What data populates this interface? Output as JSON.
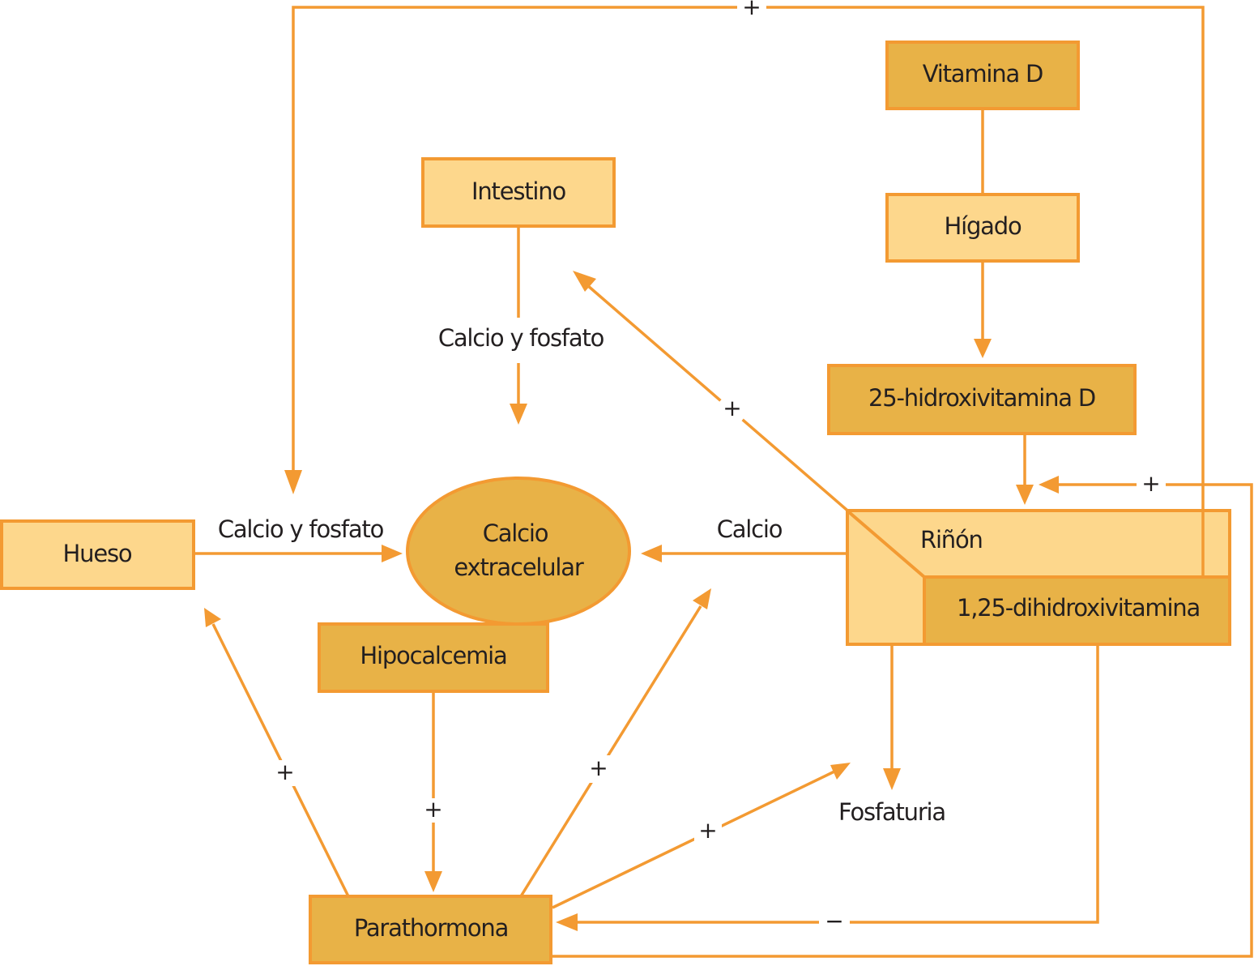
{
  "diagram": {
    "title": "Regulación del calcio extracelular",
    "colors": {
      "stroke": "#f39a32",
      "fill_light": "#fdd78c",
      "fill_dark": "#e8b247",
      "text": "#231f20"
    },
    "nodes": {
      "vitamina_d": "Vitamina D",
      "higado": "Hígado",
      "hidroxivitamina": "25-hidroxivitamina D",
      "intestino": "Intestino",
      "hueso": "Hueso",
      "calcio_extracelular_line1": "Calcio",
      "calcio_extracelular_line2": "extracelular",
      "hipocalcemia": "Hipocalcemia",
      "rinon": "Riñón",
      "dihidroxivitamina": "1,25-dihidroxivitamina",
      "parathormona": "Parathormona",
      "fosfaturia": "Fosfaturia"
    },
    "edge_labels": {
      "intestino_to_calcio": "Calcio y fosfato",
      "hueso_to_calcio": "Calcio y fosfato",
      "rinon_to_calcio": "Calcio"
    },
    "edges": [
      {
        "from": "Vitamina D",
        "to": "Hígado",
        "sign": ""
      },
      {
        "from": "Hígado",
        "to": "25-hidroxivitamina D",
        "sign": ""
      },
      {
        "from": "25-hidroxivitamina D",
        "to": "Riñón",
        "sign": ""
      },
      {
        "from": "Intestino",
        "to": "Calcio extracelular",
        "sign": ""
      },
      {
        "from": "Hueso",
        "to": "Calcio extracelular",
        "sign": ""
      },
      {
        "from": "Riñón",
        "to": "Calcio extracelular",
        "sign": ""
      },
      {
        "from": "1,25-dihidroxivitamina",
        "to": "Hueso",
        "sign": "+"
      },
      {
        "from": "1,25-dihidroxivitamina",
        "to": "Intestino",
        "sign": "+"
      },
      {
        "from": "Hipocalcemia",
        "to": "Parathormona",
        "sign": "+"
      },
      {
        "from": "Parathormona",
        "to": "Hueso",
        "sign": "+"
      },
      {
        "from": "Parathormona",
        "to": "Riñón (calcio)",
        "sign": "+"
      },
      {
        "from": "Parathormona",
        "to": "Fosfaturia",
        "sign": "+"
      },
      {
        "from": "Parathormona",
        "to": "Riñón (activación)",
        "sign": "+"
      },
      {
        "from": "Riñón",
        "to": "Fosfaturia",
        "sign": ""
      },
      {
        "from": "1,25-dihidroxivitamina",
        "to": "Parathormona",
        "sign": "−"
      }
    ],
    "signs": {
      "top": "+",
      "intestino": "+",
      "right_feedback": "+",
      "pth_hueso": "+",
      "hipo_pth": "+",
      "pth_calcio": "+",
      "pth_fosfaturia": "+",
      "inhibit": "−"
    }
  }
}
